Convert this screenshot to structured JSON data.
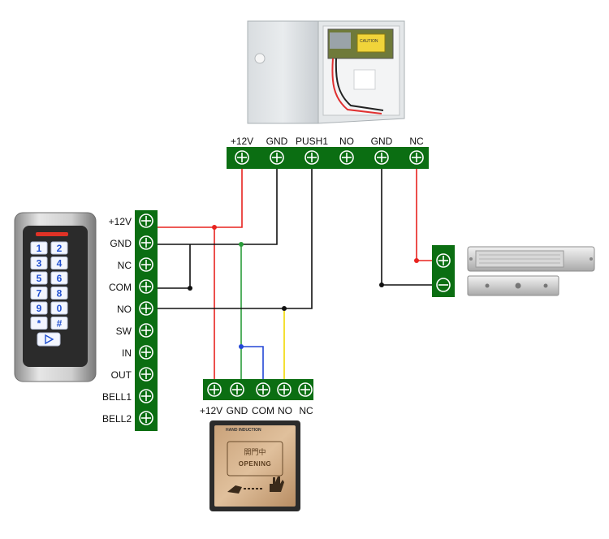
{
  "power_terminals": [
    "+12V",
    "GND",
    "PUSH1",
    "NO",
    "GND",
    "NC"
  ],
  "keypad_terminals": [
    "+12V",
    "GND",
    "NC",
    "COM",
    "NO",
    "SW",
    "IN",
    "OUT",
    "BELL1",
    "BELL2"
  ],
  "exit_button_terminals": [
    "+12V",
    "GND",
    "COM",
    "NO",
    "NC"
  ],
  "keypad_keys": [
    "1",
    "2",
    "3",
    "4",
    "5",
    "6",
    "7",
    "8",
    "9",
    "0",
    "*",
    "#"
  ],
  "exit_button": {
    "header": "HAND INDUCTION",
    "chinese_label": "開門中",
    "opening_label": "OPENING"
  },
  "colors": {
    "terminal_green": "#0b6e12",
    "wire_red": "#e8231f",
    "wire_black": "#111111",
    "wire_green": "#2a9d3a",
    "wire_blue": "#2347d6",
    "wire_yellow": "#f2d800"
  }
}
